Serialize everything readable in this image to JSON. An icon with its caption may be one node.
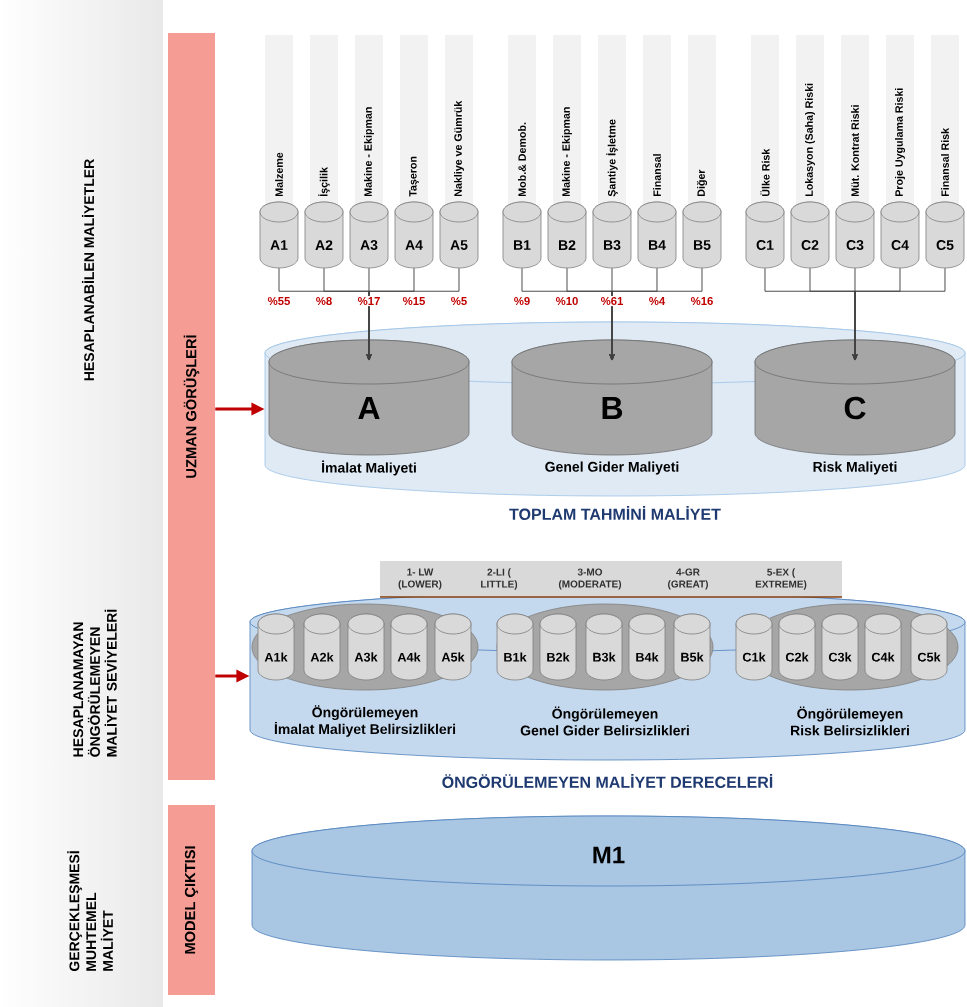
{
  "diagram": {
    "nodes": [
      {
        "text": [
          "UZMAN GÖRÜŞLERİ"
        ]
      },
      {
        "text": [
          "MODEL ÇIKTISI"
        ]
      },
      {
        "text": [
          "Malzeme",
          "A1"
        ],
        "beside": [
          "%55"
        ]
      },
      {
        "text": [
          "İşçilik",
          "A2"
        ],
        "beside": [
          "%8"
        ]
      },
      {
        "text": [
          "Makine - Ekipman",
          "A3"
        ],
        "beside": [
          "%17"
        ]
      },
      {
        "text": [
          "Taşeron",
          "A4"
        ],
        "beside": [
          "%15"
        ]
      },
      {
        "text": [
          "Nakliye ve Gümrük",
          "A5"
        ],
        "beside": [
          "%5"
        ]
      },
      {
        "text": [
          "Mob.& Demob.",
          "B1"
        ],
        "beside": [
          "%9"
        ]
      },
      {
        "text": [
          "Makine - Ekipman",
          "B2"
        ],
        "beside": [
          "%10"
        ]
      },
      {
        "text": [
          "Şantiye İşletme",
          "B3"
        ],
        "beside": [
          "%61"
        ]
      },
      {
        "text": [
          "Finansal",
          "B4"
        ],
        "beside": [
          "%4"
        ]
      },
      {
        "text": [
          "Diğer",
          "B5"
        ],
        "beside": [
          "%16"
        ]
      },
      {
        "text": [
          "Ülke Risk",
          "C1"
        ]
      },
      {
        "text": [
          "Lokasyon (Saha) Riski",
          "C2"
        ]
      },
      {
        "text": [
          "Müt. Kontrat Riski",
          "C3"
        ]
      },
      {
        "text": [
          "Proje Uygulama Riski",
          "C4"
        ]
      },
      {
        "text": [
          "Finansal Risk",
          "C5"
        ]
      },
      {
        "text": [
          "TOPLAM TAHMİNİ MALİYET"
        ]
      },
      {
        "text": [
          "A",
          "İmalat Maliyeti"
        ],
        "in": 17
      },
      {
        "text": [
          "B",
          "Genel Gider Maliyeti"
        ],
        "in": 17
      },
      {
        "text": [
          "C",
          "Risk Maliyeti"
        ],
        "in": 17
      },
      {
        "text": [
          "1- LW (LOWER)",
          "2-LI ( LITTLE)",
          "3-MO (MODERATE)",
          "4-GR (GREAT)",
          "5-EX ( EXTREME)"
        ]
      },
      {
        "text": [
          "ÖNGÖRÜLEMEYEN MALİYET DERECELERİ"
        ]
      },
      {
        "text": [
          "Öngörülemeyen İmalat Maliyet Belirsizlikleri"
        ],
        "in": 22
      },
      {
        "text": [
          "A1k"
        ],
        "in": 23
      },
      {
        "text": [
          "A2k"
        ],
        "in": 23
      },
      {
        "text": [
          "A3k"
        ],
        "in": 23
      },
      {
        "text": [
          "A4k"
        ],
        "in": 23
      },
      {
        "text": [
          "A5k"
        ],
        "in": 23
      },
      {
        "text": [
          "Öngörülemeyen Genel Gider Belirsizlikleri"
        ],
        "in": 22
      },
      {
        "text": [
          "B1k"
        ],
        "in": 29
      },
      {
        "text": [
          "B2k"
        ],
        "in": 29
      },
      {
        "text": [
          "B3k"
        ],
        "in": 29
      },
      {
        "text": [
          "B4k"
        ],
        "in": 29
      },
      {
        "text": [
          "B5k"
        ],
        "in": 29
      },
      {
        "text": [
          "Öngörülemeyen Risk Belirsizlikleri"
        ],
        "in": 22
      },
      {
        "text": [
          "C1k"
        ],
        "in": 35
      },
      {
        "text": [
          "C2k"
        ],
        "in": 35
      },
      {
        "text": [
          "C3k"
        ],
        "in": 35
      },
      {
        "text": [
          "C4k"
        ],
        "in": 35
      },
      {
        "text": [
          "C5k"
        ],
        "in": 35
      },
      {
        "text": [
          "M1"
        ]
      }
    ],
    "edges": [
      {
        "from": 2,
        "to": 18,
        "arrow": "to"
      },
      {
        "from": 3,
        "to": 18,
        "arrow": "to"
      },
      {
        "from": 4,
        "to": 18,
        "arrow": "to"
      },
      {
        "from": 5,
        "to": 18,
        "arrow": "to"
      },
      {
        "from": 6,
        "to": 18,
        "arrow": "to"
      },
      {
        "from": 7,
        "to": 19,
        "arrow": "to"
      },
      {
        "from": 8,
        "to": 19,
        "arrow": "to"
      },
      {
        "from": 9,
        "to": 19,
        "arrow": "to"
      },
      {
        "from": 10,
        "to": 19,
        "arrow": "to"
      },
      {
        "from": 11,
        "to": 19,
        "arrow": "to"
      },
      {
        "from": 12,
        "to": 20,
        "arrow": "to"
      },
      {
        "from": 13,
        "to": 20,
        "arrow": "to"
      },
      {
        "from": 14,
        "to": 20,
        "arrow": "to"
      },
      {
        "from": 15,
        "to": 20,
        "arrow": "to"
      },
      {
        "from": 16,
        "to": 20,
        "arrow": "to"
      },
      {
        "from": 0,
        "to": 17,
        "arrow": "to",
        "style": "thick",
        "color": "#c00000"
      },
      {
        "from": 0,
        "to": 22,
        "arrow": "to",
        "style": "thick",
        "color": "#c00000"
      }
    ],
    "labels": [
      "HESAPLANABİLEN MALİYETLER",
      "HESAPLANAMAYAN ÖNGÖRÜLEMEYEN MALİYET SEVİYELERİ",
      "GERÇEKLEŞMESİ MUHTEMEL MALİYET"
    ]
  }
}
